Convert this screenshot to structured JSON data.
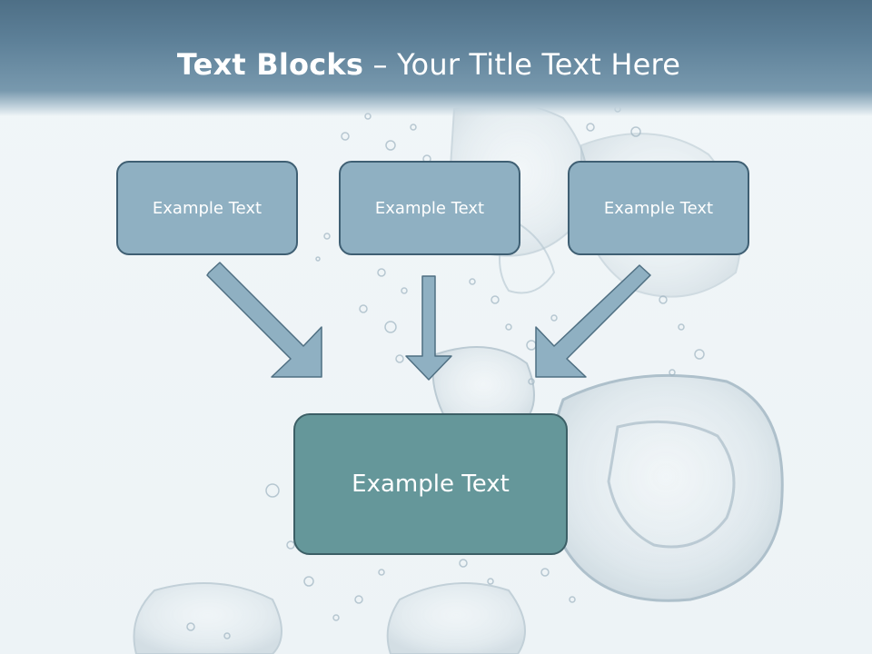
{
  "title": {
    "bold": "Text Blocks",
    "dash": " – ",
    "light": "Your Title Text Here"
  },
  "blocks": [
    {
      "label": "Example Text"
    },
    {
      "label": "Example Text"
    },
    {
      "label": "Example Text"
    }
  ],
  "target": {
    "label": "Example Text"
  },
  "colors": {
    "title_band": "#5d8098",
    "small_box_fill": "#8fb0c2",
    "small_box_border": "#3f5f73",
    "big_box_fill": "#65979a",
    "big_box_border": "#3c5f66",
    "arrow_fill": "#8fb0c2",
    "arrow_stroke": "#4f6f82"
  }
}
